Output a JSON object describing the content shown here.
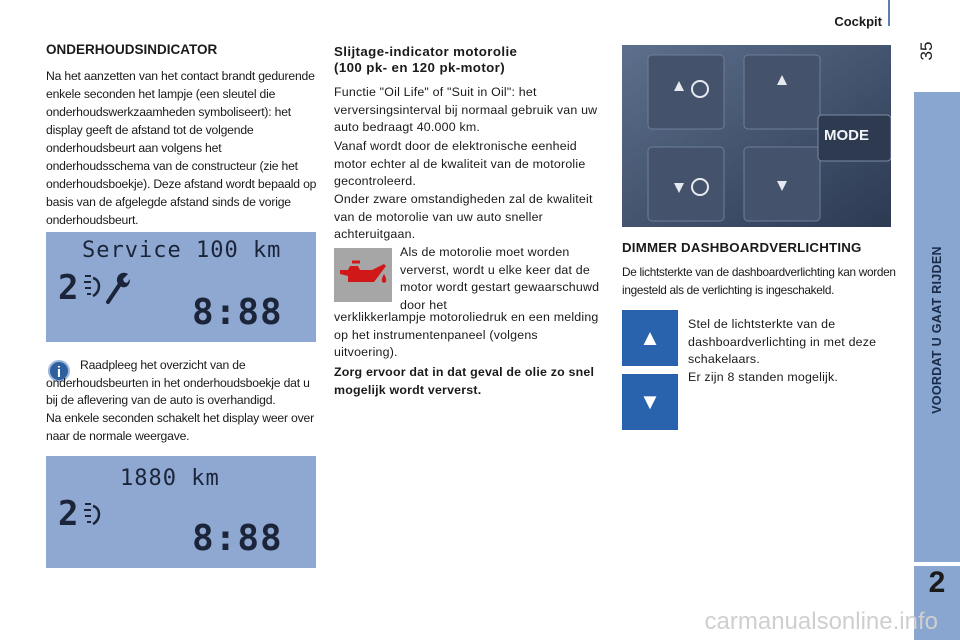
{
  "header": {
    "title": "Cockpit",
    "page_number": "35"
  },
  "side_tab": {
    "label": "VOORDAT U GAAT RIJDEN",
    "chapter": "2"
  },
  "col1": {
    "heading": "ONDERHOUDSINDICATOR",
    "paragraph": "Na het aanzetten van het contact brandt gedurende enkele seconden het lampje (een sleutel die onderhoudswerkzaamheden symboliseert): het display geeft de afstand tot de volgende onderhoudsbeurt aan volgens het onderhoudsschema van de constructeur (zie het onderhoudsboekje). Deze afstand wordt bepaald op basis van de afgelegde afstand sinds de vorige onderhoudsbeurt.",
    "display1": {
      "top_line": "Service 100 km",
      "gear": "2",
      "clock": "8:88"
    },
    "info_icon": "i",
    "info_text": "Raadpleeg het overzicht van de onderhoudsbeurten in het onderhoudsboekje dat u bij de aflevering van de auto is overhandigd.",
    "info_text2": "Na enkele seconden schakelt het display weer over naar de normale weergave.",
    "display2": {
      "top_line": "1880 km",
      "gear": "2",
      "clock": "8:88"
    }
  },
  "col2": {
    "heading_line1": "Slijtage-indicator motorolie",
    "heading_line2": "(100 pk- en 120 pk-motor)",
    "p1": "Functie \"Oil Life\" of \"Suit in Oil\": het verversingsinterval bij normaal gebruik van uw auto bedraagt 40.000 km.",
    "p2": "Vanaf wordt door de elektronische eenheid motor echter al de kwaliteit van de motorolie gecontroleerd.",
    "p3": "Onder zware omstandigheden zal de kwaliteit van de motorolie van uw auto sneller achteruitgaan.",
    "p4a": "Als de motorolie moet worden ververst, wordt u elke keer dat de motor wordt gestart gewaarschuwd door het",
    "p4b": "verklikkerlampje motoroliedruk en een melding op het instrumentenpaneel (volgens uitvoering).",
    "bold": "Zorg ervoor dat in dat geval de olie zo snel mogelijk wordt ververst."
  },
  "col3": {
    "photo_button": "MODE",
    "heading": "DIMMER DASHBOARDVERLICHTING",
    "paragraph": "De lichtsterkte van de dashboardverlichting kan worden ingesteld als de verlichting is ingeschakeld.",
    "btn_up": "▲",
    "btn_down": "▼",
    "p_b1": "Stel de lichtsterkte van de dashboardverlichting in met deze schakelaars.",
    "p_b2": "Er zijn 8 standen mogelijk."
  },
  "watermark": "carmanualsonline.info"
}
